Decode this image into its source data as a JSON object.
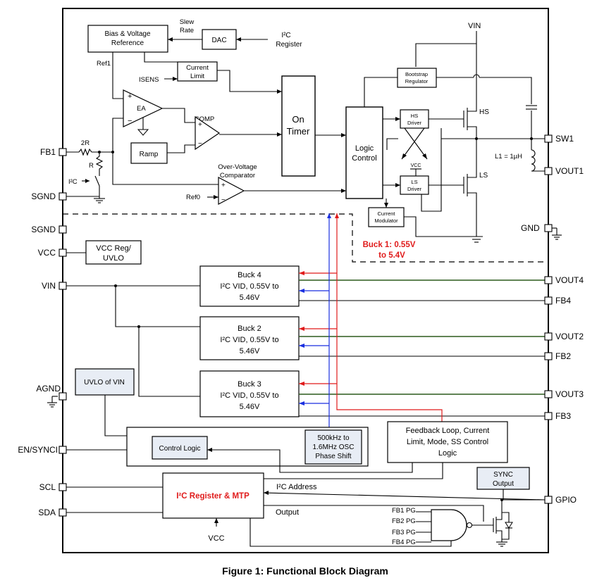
{
  "caption": "Figure 1: Functional Block Diagram",
  "colors": {
    "highlight_text": "#e01b1b",
    "red_wire": "#e01b1b",
    "blue_wire": "#1a2fe0",
    "green_wire": "#2c5a1c",
    "grey_block": "#e8edf5"
  },
  "blocks": {
    "bias_line1": "Bias & Voltage",
    "bias_line2": "Reference",
    "dac": "DAC",
    "current_limit_line1": "Current",
    "current_limit_line2": "Limit",
    "on_timer_line1": "On",
    "on_timer_line2": "Timer",
    "logic_control_line1": "Logic",
    "logic_control_line2": "Control",
    "bootstrap_line1": "Bootstrap",
    "bootstrap_line2": "Regulator",
    "hs_driver_line1": "HS",
    "hs_driver_line2": "Driver",
    "ls_driver_line1": "LS",
    "ls_driver_line2": "Driver",
    "current_modulator_line1": "Current",
    "current_modulator_line2": "Modulator",
    "ramp": "Ramp",
    "ea": "EA",
    "vcc_reg_line1": "VCC Reg/",
    "vcc_reg_line2": "UVLO",
    "buck4_line1": "Buck 4",
    "buck4_line2": "I²C VID, 0.55V to",
    "buck4_line3": "5.46V",
    "buck2_line1": "Buck 2",
    "buck2_line2": "I²C VID, 0.55V to",
    "buck2_line3": "5.46V",
    "buck3_line1": "Buck 3",
    "buck3_line2": "I²C VID, 0.55V to",
    "buck3_line3": "5.46V",
    "uvlo_vin": "UVLO of VIN",
    "control_logic": "Control Logic",
    "osc_line1": "500kHz to",
    "osc_line2": "1.6MHz OSC",
    "osc_line3": "Phase Shift",
    "feedback_line1": "Feedback Loop, Current",
    "feedback_line2": "Limit, Mode, SS Control",
    "feedback_line3": "Logic",
    "sync_line1": "SYNC",
    "sync_line2": "Output",
    "i2c_register": "I²C Register & MTP"
  },
  "labels": {
    "slew_line1": "Slew",
    "slew_line2": "Rate",
    "i2c_reg_line1": "I²C",
    "i2c_reg_line2": "Register",
    "ref1": "Ref1",
    "isens": "ISENS",
    "comp": "COMP",
    "ovc_line1": "Over-Voltage",
    "ovc_line2": "Comparator",
    "ref0": "Ref0",
    "r2": "2R",
    "r": "R",
    "i2c_switch": "I²C",
    "vin_top": "VIN",
    "hs": "HS",
    "ls": "LS",
    "vcc_small": "VCC",
    "inductor": "L1 = 1µH",
    "buck1_line1": "Buck 1: 0.55V",
    "buck1_line2": "to 5.4V",
    "i2c_address": "I²C Address",
    "output": "Output",
    "vcc_bottom": "VCC",
    "fb1_pg": "FB1 PG",
    "fb2_pg": "FB2 PG",
    "fb3_pg": "FB3 PG",
    "fb4_pg": "FB4 PG",
    "plus": "+",
    "minus": "−"
  },
  "pins_left": [
    "FB1",
    "SGND",
    "SGND",
    "VCC",
    "VIN",
    "AGND",
    "EN/SYNCI",
    "SCL",
    "SDA"
  ],
  "pins_right": [
    "SW1",
    "VOUT1",
    "GND",
    "VOUT4",
    "FB4",
    "VOUT2",
    "FB2",
    "VOUT3",
    "FB3",
    "GPIO"
  ]
}
